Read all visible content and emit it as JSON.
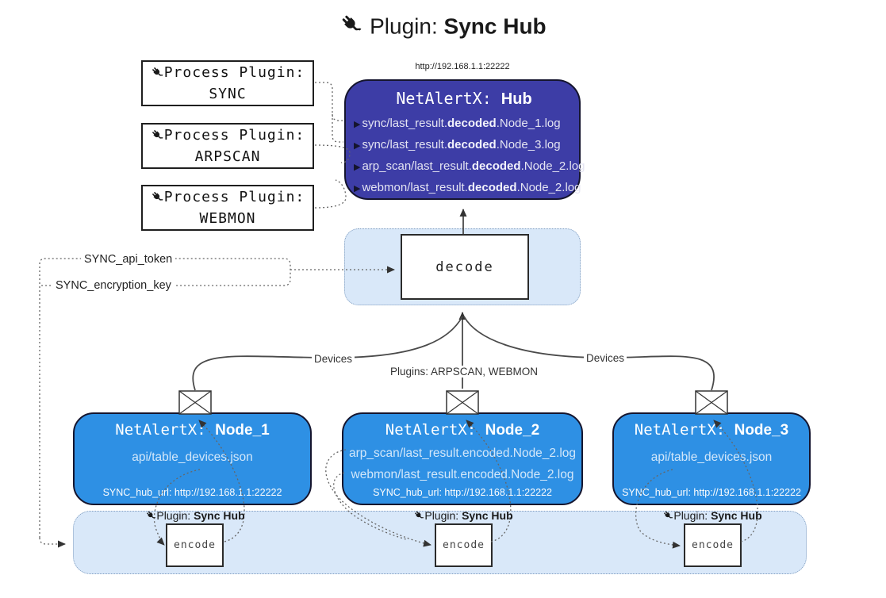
{
  "title": {
    "prefix": "Plugin: ",
    "bold": "Sync Hub"
  },
  "process_plugins": [
    {
      "label": "Process Plugin:",
      "name": "SYNC"
    },
    {
      "label": "Process Plugin:",
      "name": "ARPSCAN"
    },
    {
      "label": "Process Plugin:",
      "name": "WEBMON"
    }
  ],
  "hub": {
    "url": "http://192.168.1.1:22222",
    "name_prefix": "NetAlertX: ",
    "name_bold": "Hub",
    "entries": [
      {
        "bullet": "▶",
        "pre": "sync/last_result.",
        "bold": "decoded",
        "post": ".Node_1.log"
      },
      {
        "bullet": "▶",
        "pre": "sync/last_result.",
        "bold": "decoded",
        "post": ".Node_3.log"
      },
      {
        "bullet": "▶",
        "pre": "arp_scan/last_result.",
        "bold": "decoded",
        "post": ".Node_2.log"
      },
      {
        "bullet": "▶",
        "pre": "webmon/last_result.",
        "bold": "decoded",
        "post": ".Node_2.log"
      }
    ]
  },
  "decode": {
    "label": "decode"
  },
  "keys": {
    "api_token": "SYNC_api_token",
    "encryption_key": "SYNC_encryption_key"
  },
  "edge_labels": {
    "devices_left": "Devices",
    "plugins_center": "Plugins: ARPSCAN, WEBMON",
    "devices_right": "Devices"
  },
  "nodes": [
    {
      "name_prefix": "NetAlertX: ",
      "name_bold": "Node_1",
      "lines": [
        "api/table_devices.json"
      ],
      "hub_url": "SYNC_hub_url: http://192.168.1.1:22222"
    },
    {
      "name_prefix": "NetAlertX: ",
      "name_bold": "Node_2",
      "lines": [
        "arp_scan/last_result.encoded.Node_2.log",
        "webmon/last_result.encoded.Node_2.log"
      ],
      "hub_url": "SYNC_hub_url: http://192.168.1.1:22222"
    },
    {
      "name_prefix": "NetAlertX: ",
      "name_bold": "Node_3",
      "lines": [
        "api/table_devices.json"
      ],
      "hub_url": "SYNC_hub_url: http://192.168.1.1:22222"
    }
  ],
  "encode": {
    "plugin_prefix": "Plugin: ",
    "plugin_bold": "Sync Hub",
    "box_label": "encode"
  },
  "colors": {
    "hub_fill": "#3d3da6",
    "node_fill": "#2e90e4",
    "panel_fill": "#d9e8f9",
    "panel_border": "#7f9cbf",
    "line": "#4a4a4a",
    "dotted_line": "#666666"
  }
}
